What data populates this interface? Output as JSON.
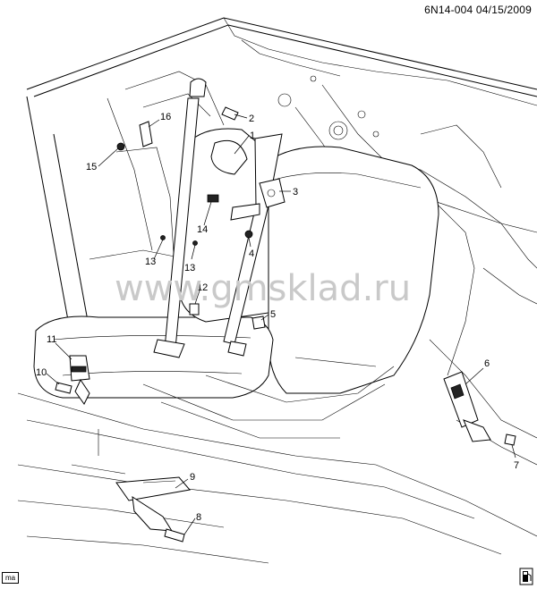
{
  "header": {
    "code": "6N14-004 04/15/2009"
  },
  "watermark": "www.gmsklad.ru",
  "corner_tag": "ma",
  "callouts": [
    "1",
    "2",
    "3",
    "4",
    "5",
    "6",
    "7",
    "8",
    "9",
    "10",
    "11",
    "12",
    "13",
    "13",
    "14",
    "15",
    "16"
  ],
  "icons": {
    "corner": "fuel-pump-icon"
  }
}
